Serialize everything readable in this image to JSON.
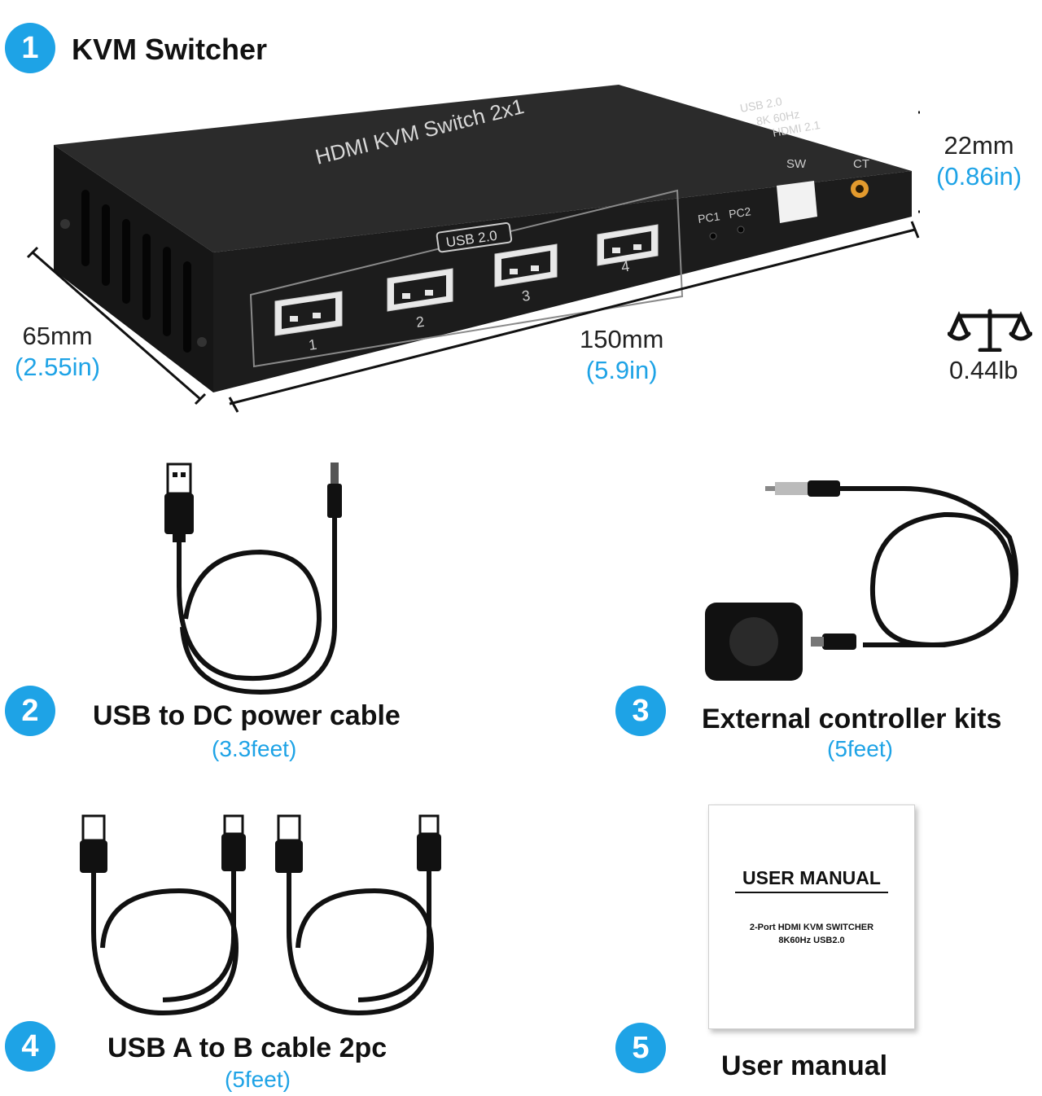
{
  "colors": {
    "accent_blue": "#1ea3e6",
    "device_black": "#1c1c1c"
  },
  "items": [
    {
      "num": "1",
      "title": "KVM Switcher"
    },
    {
      "num": "2",
      "title": "USB to DC power cable",
      "length": "(3.3feet)"
    },
    {
      "num": "3",
      "title": "External controller kits",
      "length": "(5feet)"
    },
    {
      "num": "4",
      "title": "USB A to B cable 2pc",
      "length": "(5feet)"
    },
    {
      "num": "5",
      "title": "User manual"
    }
  ],
  "device": {
    "top_label": "HDMI KVM Switch 2x1",
    "indicators": [
      "USB 2.0",
      "8K 60Hz",
      "HDMI 2.1"
    ],
    "usb_group_label": "USB 2.0",
    "ports": [
      "1",
      "2",
      "3",
      "4"
    ],
    "leds": [
      "PC1",
      "PC2"
    ],
    "sw_label": "SW",
    "ct_label": "CT"
  },
  "dimensions": {
    "height": {
      "mm": "22mm",
      "in": "(0.86in)"
    },
    "depth": {
      "mm": "65mm",
      "in": "(2.55in)"
    },
    "width": {
      "mm": "150mm",
      "in": "(5.9in)"
    },
    "weight": "0.44lb"
  },
  "manual": {
    "title": "USER MANUAL",
    "line1": "2-Port HDMI KVM SWITCHER",
    "line2": "8K60Hz USB2.0"
  }
}
